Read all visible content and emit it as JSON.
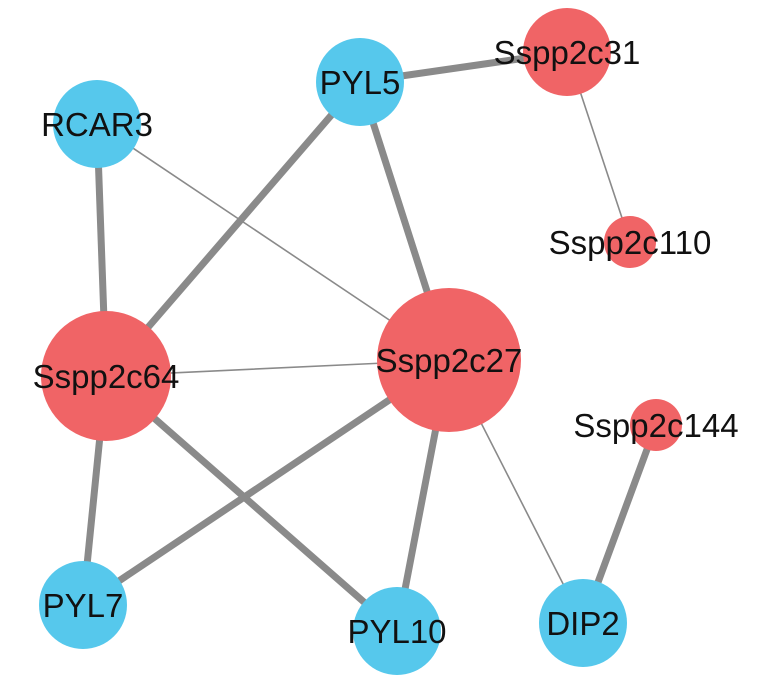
{
  "colors": {
    "receptor": "#56c8ec",
    "phosphatase": "#f06466",
    "edge": "#8a8a8a",
    "label": "#111111"
  },
  "nodes": [
    {
      "id": "PYL5",
      "label": "PYL5",
      "group": "receptor",
      "size": "medium"
    },
    {
      "id": "RCAR3",
      "label": "RCAR3",
      "group": "receptor",
      "size": "medium"
    },
    {
      "id": "Sspp2c31",
      "label": "Sspp2c31",
      "group": "phosphatase",
      "size": "medium"
    },
    {
      "id": "Sspp2c110",
      "label": "Sspp2c110",
      "group": "phosphatase",
      "size": "small"
    },
    {
      "id": "Sspp2c64",
      "label": "Sspp2c64",
      "group": "phosphatase",
      "size": "large"
    },
    {
      "id": "Sspp2c27",
      "label": "Sspp2c27",
      "group": "phosphatase",
      "size": "xlarge"
    },
    {
      "id": "Sspp2c144",
      "label": "Sspp2c144",
      "group": "phosphatase",
      "size": "small"
    },
    {
      "id": "PYL7",
      "label": "PYL7",
      "group": "receptor",
      "size": "medium"
    },
    {
      "id": "PYL10",
      "label": "PYL10",
      "group": "receptor",
      "size": "medium"
    },
    {
      "id": "DIP2",
      "label": "DIP2",
      "group": "receptor",
      "size": "medium"
    }
  ],
  "edges": [
    {
      "source": "PYL5",
      "target": "Sspp2c31",
      "weight": "thick"
    },
    {
      "source": "Sspp2c31",
      "target": "Sspp2c110",
      "weight": "thin"
    },
    {
      "source": "PYL5",
      "target": "Sspp2c64",
      "weight": "thick"
    },
    {
      "source": "PYL5",
      "target": "Sspp2c27",
      "weight": "thick"
    },
    {
      "source": "RCAR3",
      "target": "Sspp2c64",
      "weight": "thick"
    },
    {
      "source": "RCAR3",
      "target": "Sspp2c27",
      "weight": "thin"
    },
    {
      "source": "Sspp2c64",
      "target": "Sspp2c27",
      "weight": "thin"
    },
    {
      "source": "Sspp2c64",
      "target": "PYL7",
      "weight": "thick"
    },
    {
      "source": "Sspp2c64",
      "target": "PYL10",
      "weight": "thick"
    },
    {
      "source": "Sspp2c27",
      "target": "PYL7",
      "weight": "thick"
    },
    {
      "source": "Sspp2c27",
      "target": "PYL10",
      "weight": "thick"
    },
    {
      "source": "Sspp2c27",
      "target": "DIP2",
      "weight": "thin"
    },
    {
      "source": "Sspp2c144",
      "target": "DIP2",
      "weight": "thick"
    }
  ]
}
